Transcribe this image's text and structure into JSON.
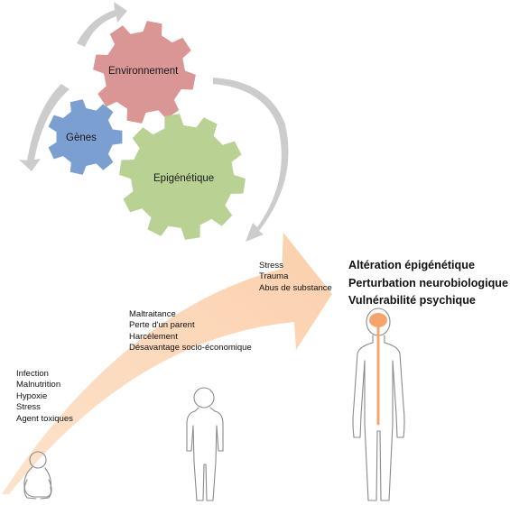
{
  "gears": {
    "environment": {
      "label": "Environnement",
      "color": "#d99694"
    },
    "genes": {
      "label": "Gènes",
      "color": "#7c9fd1"
    },
    "epigenetics": {
      "label": "Epigénétique",
      "color": "#b9d293"
    }
  },
  "arrow_colors": {
    "cycle": "#cccccc",
    "life_course": "#fbd5b5",
    "spine": "#f5a46a",
    "outline": "#8a8a8a"
  },
  "factor_groups": {
    "early_childhood": [
      "Infection",
      "Malnutrition",
      "Hypoxie",
      "Stress",
      "Agent toxiques"
    ],
    "childhood": [
      "Maltraitance",
      "Perte d'un parent",
      "Harcèlement",
      "Désavantage socio-économique"
    ],
    "adulthood": [
      "Stress",
      "Trauma",
      "Abus de substance"
    ]
  },
  "outcomes": [
    "Altération épigénétique",
    "Perturbation neurobiologique",
    "Vulnérabilité psychique"
  ],
  "figures": [
    {
      "name": "infant-figure"
    },
    {
      "name": "child-figure"
    },
    {
      "name": "adult-figure"
    }
  ]
}
